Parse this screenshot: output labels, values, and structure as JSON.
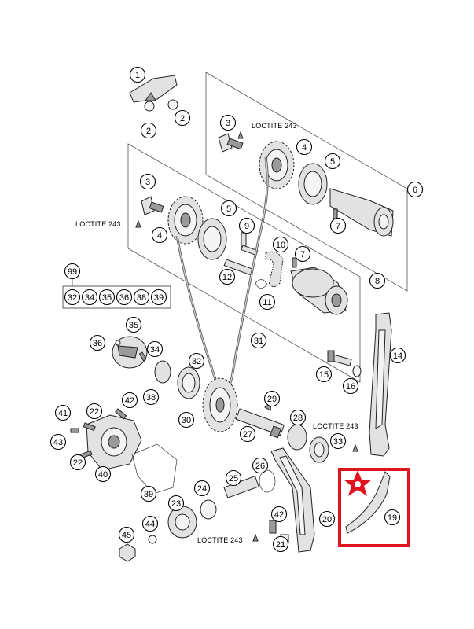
{
  "loctite_note": "LOCTITE 243",
  "highlight_color": "#e0141e",
  "labels": {
    "l1": "1",
    "l2a": "2",
    "l2b": "2",
    "l3a": "3",
    "l3b": "3",
    "l4a": "4",
    "l4b": "4",
    "l5a": "5",
    "l5b": "5",
    "l6": "6",
    "l7a": "7",
    "l7b": "7",
    "l8": "8",
    "l9": "9",
    "l10": "10",
    "l11": "11",
    "l12": "12",
    "l14": "14",
    "l15": "15",
    "l16": "16",
    "l19": "19",
    "l20": "20",
    "l21": "21",
    "l22a": "22",
    "l22b": "22",
    "l23": "23",
    "l24": "24",
    "l25": "25",
    "l26": "26",
    "l27": "27",
    "l28": "28",
    "l29": "29",
    "l30": "30",
    "l31": "31",
    "l32": "32",
    "l33": "33",
    "l34": "34",
    "l35": "35",
    "l36": "36",
    "l38": "38",
    "l39": "39",
    "l40": "40",
    "l41": "41",
    "l42a": "42",
    "l42b": "42",
    "l43": "43",
    "l44": "44",
    "l45": "45",
    "l99": "99"
  },
  "kit_99": [
    "32",
    "34",
    "35",
    "36",
    "38",
    "39"
  ]
}
